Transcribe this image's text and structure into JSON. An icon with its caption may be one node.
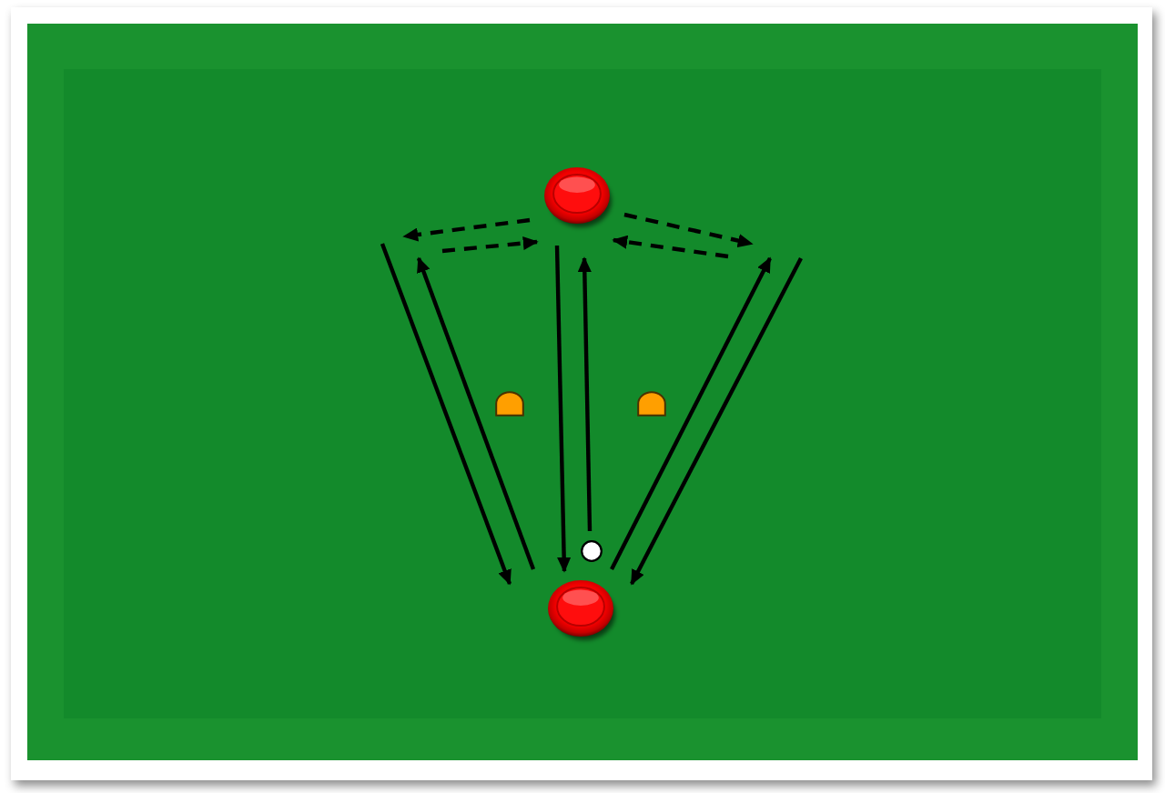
{
  "diagram": {
    "nodes": [
      {
        "text": [],
        "shape": "circle"
      },
      {
        "text": [],
        "shape": "cone"
      },
      {
        "text": [],
        "shape": "cone"
      },
      {
        "text": [],
        "shape": "circle"
      },
      {
        "text": [],
        "shape": "circle"
      }
    ],
    "edges": [
      {
        "from": 0,
        "to": null,
        "arrow": "to",
        "style": "dashed"
      },
      {
        "from": null,
        "to": 0,
        "arrow": "to",
        "style": "dashed"
      },
      {
        "from": 0,
        "to": null,
        "arrow": "to",
        "style": "dashed"
      },
      {
        "from": null,
        "to": 0,
        "arrow": "to",
        "style": "dashed"
      },
      {
        "from": null,
        "to": 4,
        "arrow": "to"
      },
      {
        "from": 4,
        "to": null,
        "arrow": "to"
      },
      {
        "from": 0,
        "to": 4,
        "arrow": "to"
      },
      {
        "from": 3,
        "to": 0,
        "arrow": "to"
      },
      {
        "from": 4,
        "to": null,
        "arrow": "to"
      },
      {
        "from": null,
        "to": 4,
        "arrow": "to"
      }
    ]
  }
}
